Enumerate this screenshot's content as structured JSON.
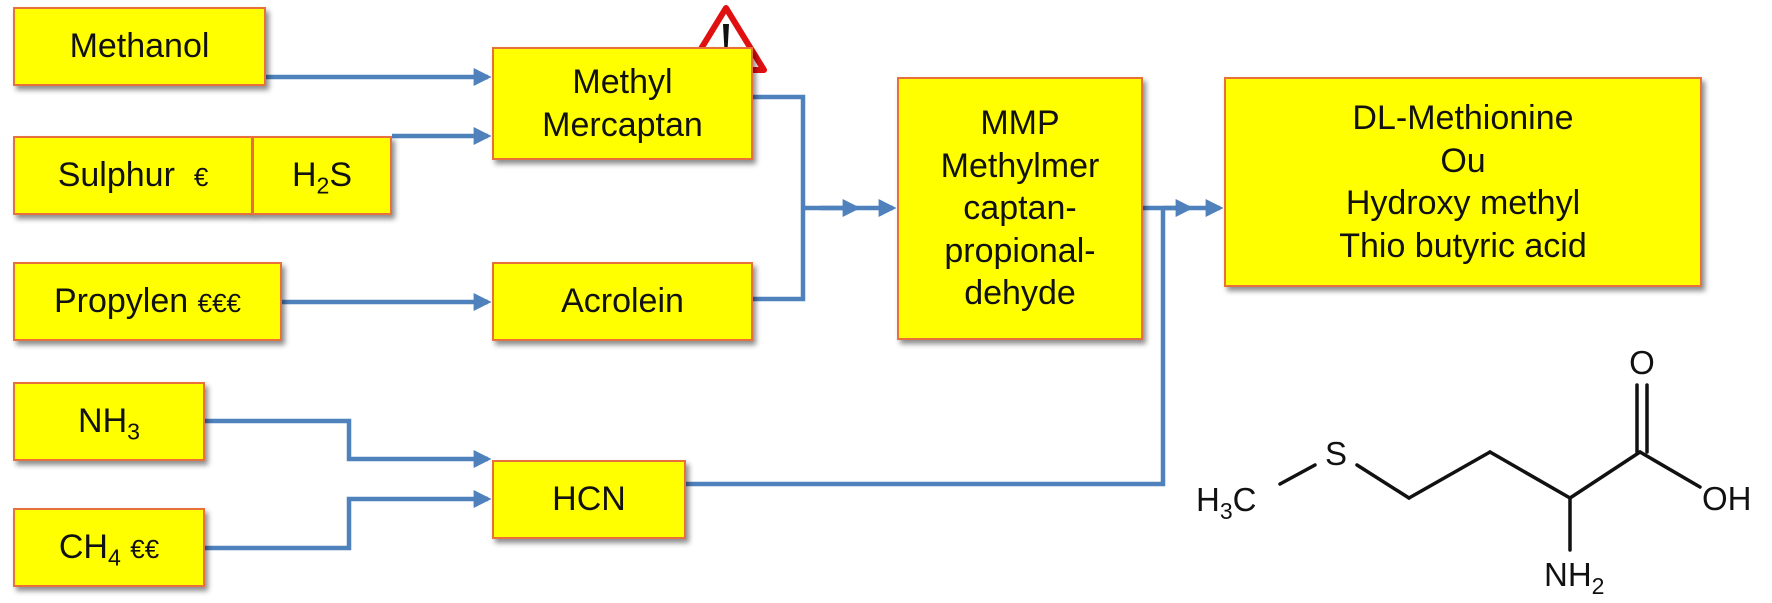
{
  "flow": {
    "methanol": "Methanol",
    "sulphur": {
      "label": "Sulphur",
      "cost": "€"
    },
    "h2s": {
      "prefix": "H",
      "sub": "2",
      "suffix": "S"
    },
    "propylen": {
      "label": "Propylen",
      "cost": "€€€"
    },
    "nh3": {
      "prefix": "NH",
      "sub": "3"
    },
    "ch4": {
      "prefix": "CH",
      "sub": "4",
      "cost": "€€"
    },
    "methyl_mercaptan": {
      "line1": "Methyl",
      "line2": "Mercaptan"
    },
    "acrolein": "Acrolein",
    "hcn": "HCN",
    "mmp": {
      "line1": "MMP",
      "line2": "Methylmer",
      "line3": "captan-",
      "line4": "propional-",
      "line5": "dehyde"
    },
    "product": {
      "line1": "DL-Methionine",
      "line2": "Ou",
      "line3": "Hydroxy methyl",
      "line4": "Thio butyric acid"
    },
    "warning_icon": "warning-triangle-icon"
  },
  "structure": {
    "o_label": "O",
    "oh_label": "OH",
    "s_label": "S",
    "h3c": {
      "h": "H",
      "sub": "3",
      "c": "C"
    },
    "nh2": {
      "n": "NH",
      "sub": "2"
    }
  },
  "colors": {
    "box_fill": "#ffff00",
    "box_border": "#e8703a",
    "arrow": "#4f81bd",
    "warning_red": "#e01010"
  }
}
